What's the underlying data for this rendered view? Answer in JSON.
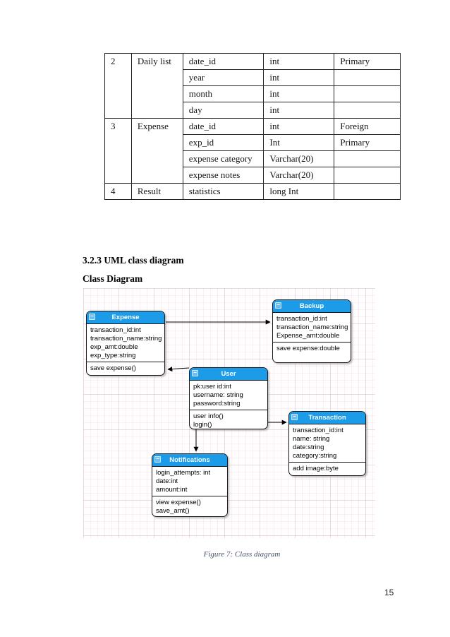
{
  "headings": {
    "section": "3.2.3 UML class diagram",
    "subsection": "Class Diagram"
  },
  "caption": "Figure 7: Class diagram",
  "page_number": "15",
  "table": {
    "rows": [
      {
        "num": "2",
        "name": "Daily list",
        "fields": [
          [
            "date_id",
            "int",
            "Primary"
          ],
          [
            "year",
            "int",
            ""
          ],
          [
            "month",
            "int",
            ""
          ],
          [
            "day",
            "int",
            ""
          ]
        ]
      },
      {
        "num": "3",
        "name": "Expense",
        "fields": [
          [
            "date_id",
            "int",
            "Foreign"
          ],
          [
            "exp_id",
            "Int",
            "Primary"
          ],
          [
            "expense category",
            "Varchar(20)",
            ""
          ],
          [
            "expense notes",
            "Varchar(20)",
            ""
          ]
        ]
      },
      {
        "num": "4",
        "name": "Result",
        "fields": [
          [
            "statistics",
            "long Int",
            ""
          ]
        ]
      }
    ]
  },
  "diagram": {
    "header_color": "#1c9be9",
    "collapse_glyph": "−",
    "classes": [
      {
        "title": "Expense",
        "attributes": [
          "transaction_id:int",
          "transaction_name:string",
          "exp_amt:double",
          "exp_type:string"
        ],
        "methods": [
          "save expense()"
        ]
      },
      {
        "title": "Backup",
        "attributes": [
          "transaction_id:int",
          "transaction_name:string",
          "Expense_amt:double"
        ],
        "methods": [
          "save expense:double"
        ]
      },
      {
        "title": "User",
        "attributes": [
          "pk:user id:int",
          "username: string",
          "password:string"
        ],
        "methods": [
          "user info()",
          "login()"
        ]
      },
      {
        "title": "Transaction",
        "attributes": [
          "transaction_id:int",
          "name: string",
          "date:string",
          "category:string"
        ],
        "methods": [
          "add image:byte"
        ]
      },
      {
        "title": "Notifications",
        "attributes": [
          "login_attempts: int",
          "date:int",
          "amount:int"
        ],
        "methods": [
          "view expense()",
          "save_amt()"
        ]
      }
    ],
    "connections": [
      {
        "from": "Expense",
        "to": "Backup"
      },
      {
        "from": "User",
        "to": "Expense"
      },
      {
        "from": "User",
        "to": "Transaction"
      },
      {
        "from": "User",
        "to": "Notifications"
      }
    ]
  }
}
